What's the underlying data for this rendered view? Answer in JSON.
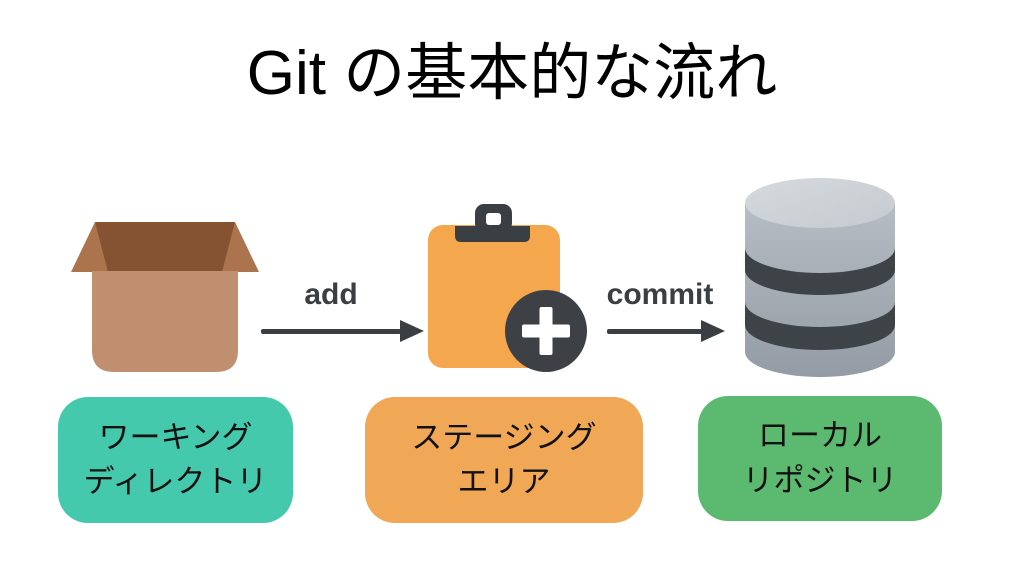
{
  "title": "Git の基本的な流れ",
  "flow": {
    "nodes": [
      {
        "name": "working-directory",
        "icon": "open-box-icon",
        "label": [
          "ワーキング",
          "ディレクトリ"
        ],
        "color": "#44c9ad"
      },
      {
        "name": "staging-area",
        "icon": "clipboard-plus-icon",
        "label": [
          "ステージング",
          "エリア"
        ],
        "color": "#f0a756"
      },
      {
        "name": "local-repository",
        "icon": "database-icon",
        "label": [
          "ローカル",
          "リポジトリ"
        ],
        "color": "#5cba70"
      }
    ],
    "arrows": [
      {
        "label": "add"
      },
      {
        "label": "commit"
      }
    ]
  },
  "colors": {
    "background": "#ffffff",
    "title_text": "#000000",
    "arrow_dark": "#3a3f43",
    "box_body_brown": "#c08f70",
    "box_flap_brown": "#ab744d",
    "box_interior_brown": "#855232",
    "clipboard_orange": "#f5a74d",
    "clip_dark": "#3a3f43",
    "plus_circle_dark": "#3d4145",
    "database_body_gray": "#a3aab2",
    "database_top_gray": "#ced3d8",
    "database_band_dark": "#3e4347"
  }
}
